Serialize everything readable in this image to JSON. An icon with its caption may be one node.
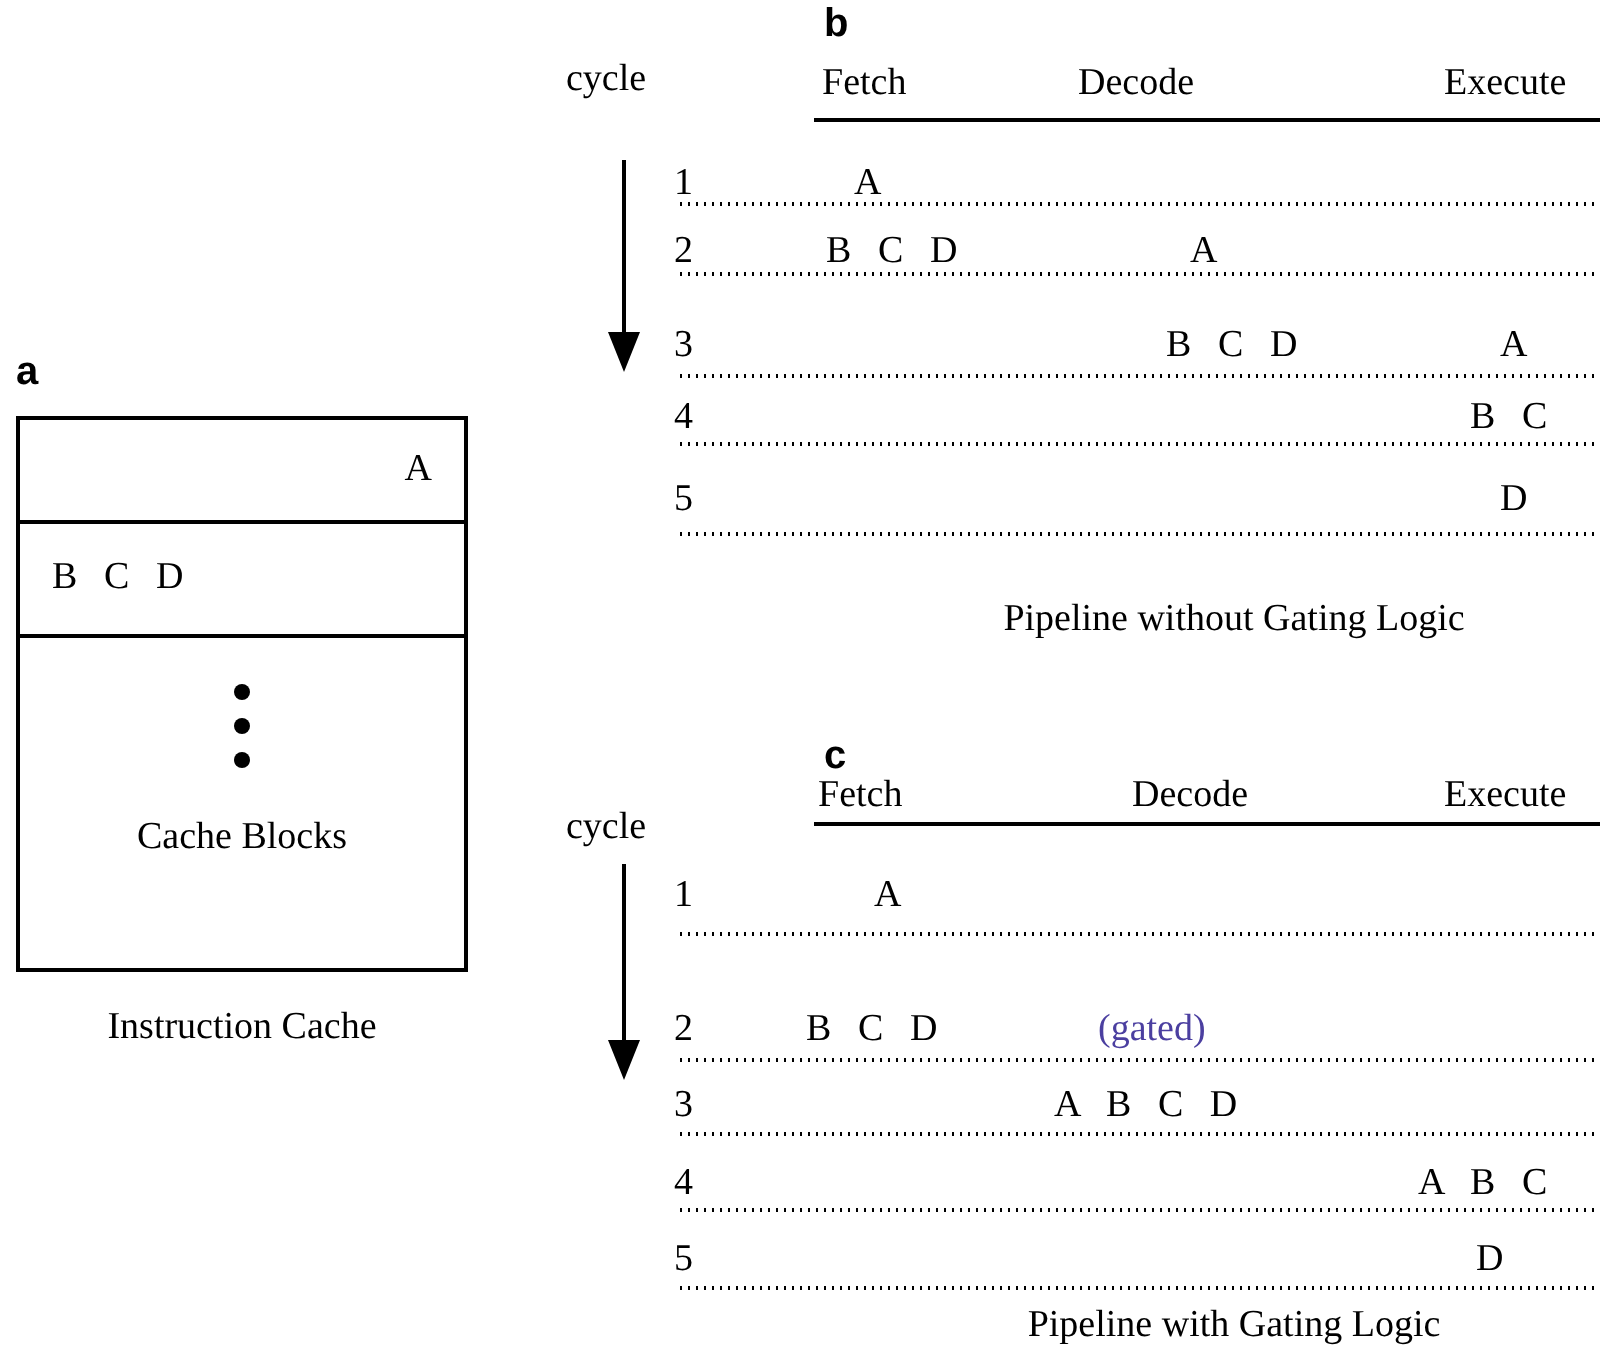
{
  "diagram": {
    "nodes": [
      {
        "text": [],
        "shape": "box",
        "beside": [
          "Instruction Cache"
        ]
      },
      {
        "text": [
          "A"
        ],
        "in": 0
      },
      {
        "text": [
          "B C D"
        ],
        "in": 0
      },
      {
        "text": [
          "Cache Blocks"
        ],
        "in": 0
      }
    ],
    "edges": [],
    "labels": [
      "a",
      "b",
      "cycle",
      "Fetch",
      "Decode",
      "Execute",
      "1",
      "A",
      "2",
      "B C D",
      "A",
      "3",
      "B C D",
      "A",
      "4",
      "B C",
      "5",
      "D",
      "Pipeline without Gating Logic",
      "c",
      "cycle",
      "Fetch",
      "Decode",
      "Execute",
      "1",
      "A",
      "2",
      "B C D",
      "(gated)",
      "3",
      "A B C D",
      "4",
      "A B C",
      "5",
      "D",
      "Pipeline with Gating Logic"
    ]
  }
}
